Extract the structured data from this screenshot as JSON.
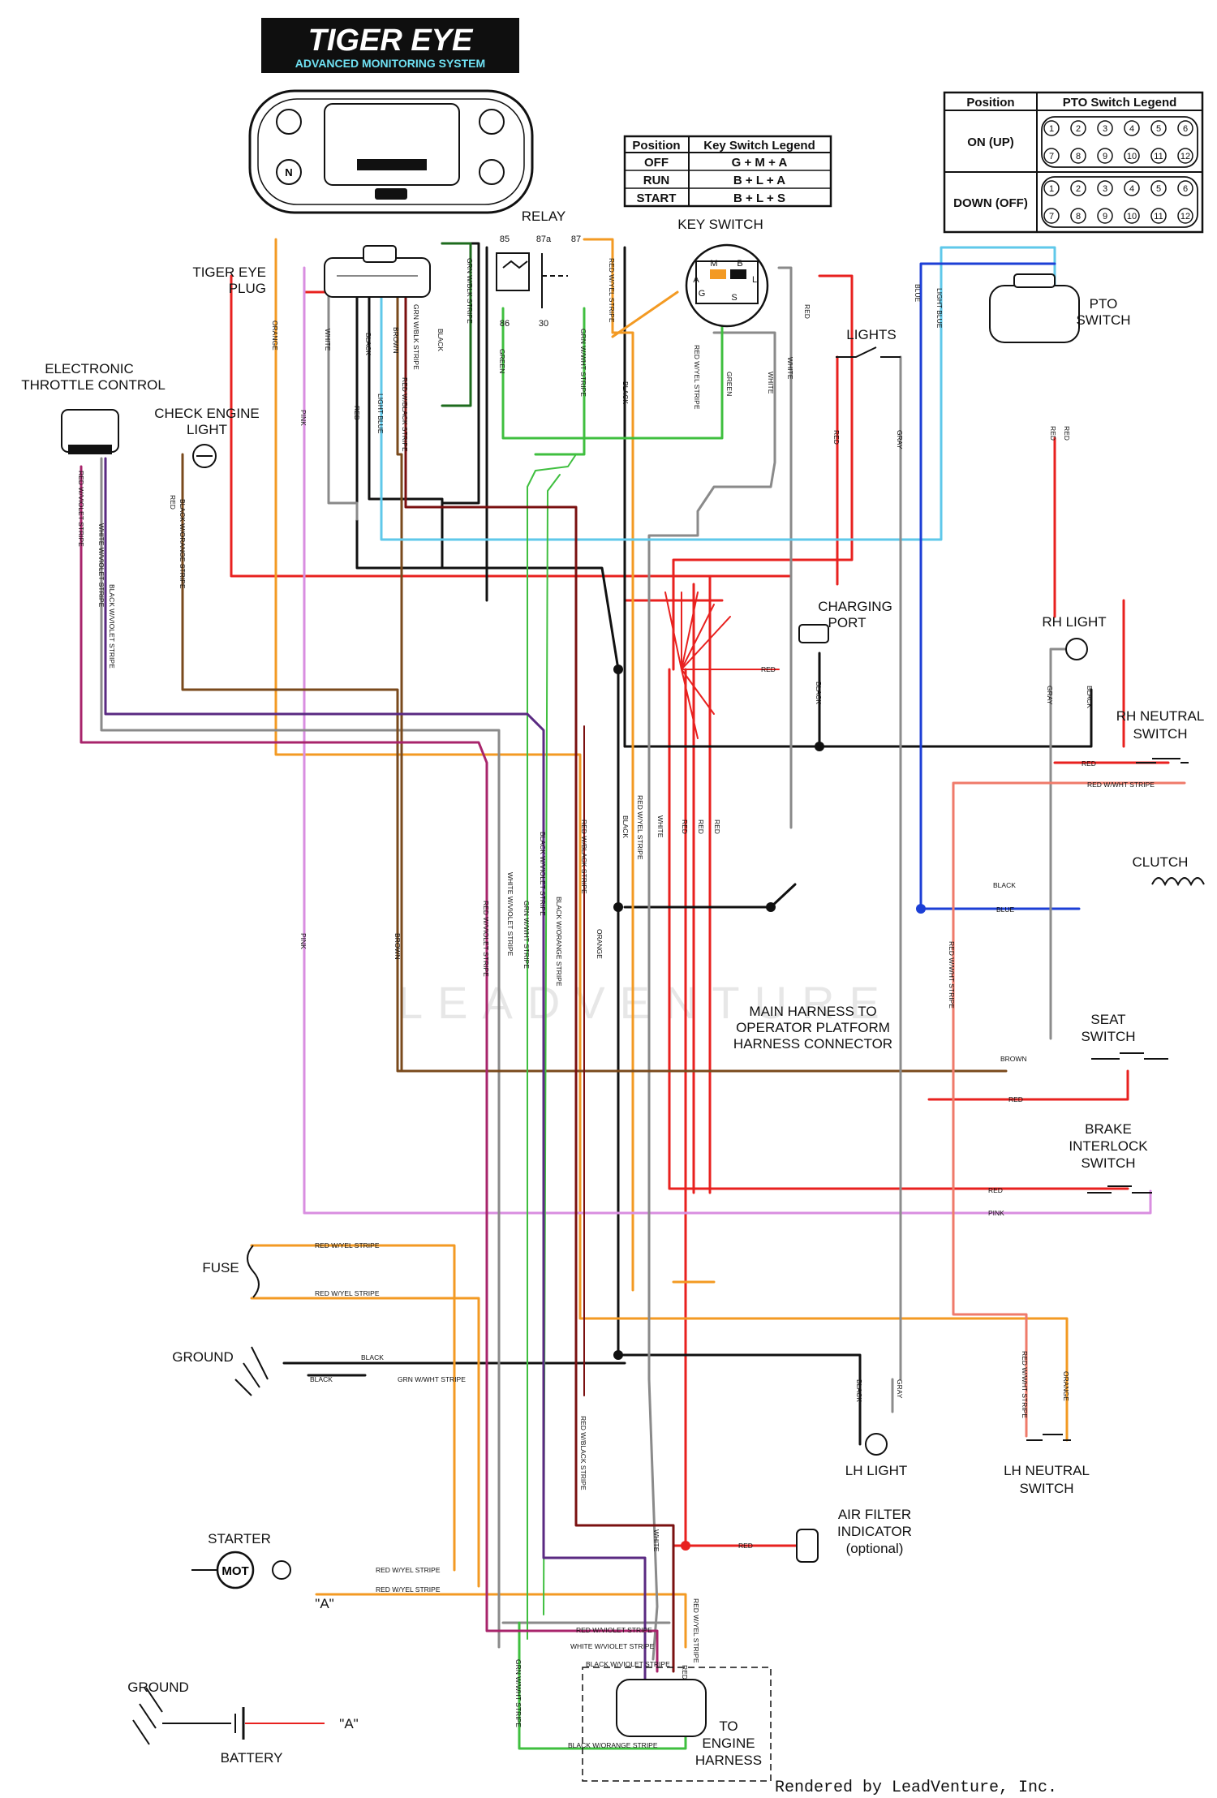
{
  "brand": {
    "title": "TIGER EYE",
    "subtitle": "ADVANCED MONITORING SYSTEM"
  },
  "labels": {
    "tiger_eye_plug": [
      "TIGER EYE",
      "PLUG"
    ],
    "relay": "RELAY",
    "key_switch": "KEY SWITCH",
    "pto_switch": [
      "PTO",
      "SWITCH"
    ],
    "electronic_throttle": [
      "ELECTRONIC",
      "THROTTLE CONTROL"
    ],
    "check_engine": [
      "CHECK ENGINE",
      "LIGHT"
    ],
    "lights": "LIGHTS",
    "charging_port": [
      "CHARGING",
      "PORT"
    ],
    "rh_light": "RH LIGHT",
    "rh_neutral": [
      "RH NEUTRAL",
      "SWITCH"
    ],
    "clutch": "CLUTCH",
    "main_harness": [
      "MAIN HARNESS TO",
      "OPERATOR PLATFORM",
      "HARNESS CONNECTOR"
    ],
    "seat_switch": [
      "SEAT",
      "SWITCH"
    ],
    "brake_switch": [
      "BRAKE",
      "INTERLOCK",
      "SWITCH"
    ],
    "fuse": "FUSE",
    "ground_1": "GROUND",
    "lh_light": "LH LIGHT",
    "lh_neutral": [
      "LH NEUTRAL",
      "SWITCH"
    ],
    "air_filter": [
      "AIR FILTER",
      "INDICATOR",
      "(optional)"
    ],
    "starter": "STARTER",
    "starter_mot": "MOT",
    "point_a_1": "\"A\"",
    "point_a_2": "\"A\"",
    "ground_2": "GROUND",
    "battery": "BATTERY",
    "to_engine": [
      "TO",
      "ENGINE",
      "HARNESS"
    ],
    "rendered_by": "Rendered by LeadVenture, Inc.",
    "watermark": "LEADVENTURE"
  },
  "relay_terminals": [
    "85",
    "87a",
    "87",
    "86",
    "30"
  ],
  "key_switch_terminals": [
    "G",
    "M",
    "A",
    "B",
    "L",
    "S"
  ],
  "key_switch_legend": {
    "headers": [
      "Position",
      "Key Switch Legend"
    ],
    "rows": [
      [
        "OFF",
        "G + M + A"
      ],
      [
        "RUN",
        "B + L + A"
      ],
      [
        "START",
        "B + L + S"
      ]
    ]
  },
  "pto_switch_legend": {
    "headers": [
      "Position",
      "PTO Switch Legend"
    ],
    "rows": [
      {
        "position": "ON (UP)",
        "pins": [
          "1",
          "2",
          "3",
          "4",
          "5",
          "6",
          "7",
          "8",
          "9",
          "10",
          "11",
          "12"
        ]
      },
      {
        "position": "DOWN (OFF)",
        "pins": [
          "1",
          "2",
          "3",
          "4",
          "5",
          "6",
          "7",
          "8",
          "9",
          "10",
          "11",
          "12"
        ]
      }
    ]
  },
  "wire_labels": {
    "orange": "ORANGE",
    "white": "WHITE",
    "pink": "PINK",
    "black": "BLACK",
    "red": "RED",
    "brown": "BROWN",
    "light_blue": "LIGHT BLUE",
    "blue": "BLUE",
    "gray": "GRAY",
    "green": "GREEN",
    "grn_wblk": "GRN W/BLK STRIPE",
    "red_wblack": "RED W/BLACK STRIPE",
    "red_wyel": "RED W/YEL STRIPE",
    "grn_wwht": "GRN W/WHT STRIPE",
    "red_wviolet": "RED W/VIOLET STRIPE",
    "white_wviolet": "WHITE W/VIOLET STRIPE",
    "black_wviolet": "BLACK W/VIOLET STRIPE",
    "black_worange": "BLACK W/ORANGE STRIPE",
    "red_wwht": "RED W/WHT STRIPE",
    "grn_wht_stripe": "GRN W/WHT STRIPE"
  },
  "colors": {
    "red": "#e8211f",
    "black": "#111111",
    "orange": "#f39a23",
    "pink": "#d98ee0",
    "white_wire": "#8a8a8a",
    "brown": "#7a4a1c",
    "light_blue": "#5fc8ea",
    "blue": "#1c3fd6",
    "gray": "#8c8c8c",
    "green": "#3fbf3f",
    "dark_green": "#1d6b1d",
    "purple": "#5a2a82",
    "magenta": "#a8246b",
    "maroon": "#7a1010",
    "salmon": "#ef7a6a"
  }
}
